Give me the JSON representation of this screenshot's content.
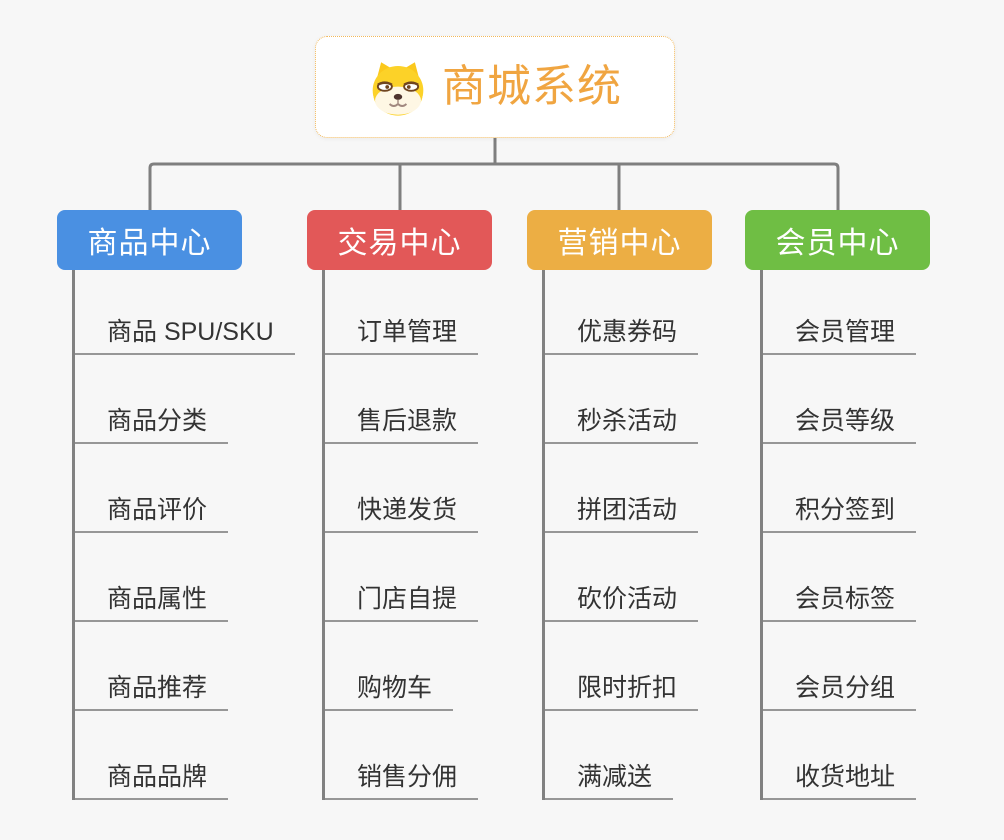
{
  "root": {
    "title": "商城系统",
    "icon": "shiba-dog-icon"
  },
  "branches": [
    {
      "label": "商品中心",
      "color": "#4a90e2",
      "items": [
        "商品 SPU/SKU",
        "商品分类",
        "商品评价",
        "商品属性",
        "商品推荐",
        "商品品牌"
      ]
    },
    {
      "label": "交易中心",
      "color": "#e25858",
      "items": [
        "订单管理",
        "售后退款",
        "快递发货",
        "门店自提",
        "购物车",
        "销售分佣"
      ]
    },
    {
      "label": "营销中心",
      "color": "#ecae44",
      "items": [
        "优惠券码",
        "秒杀活动",
        "拼团活动",
        "砍价活动",
        "限时折扣",
        "满减送"
      ]
    },
    {
      "label": "会员中心",
      "color": "#6fbe44",
      "items": [
        "会员管理",
        "会员等级",
        "积分签到",
        "会员标签",
        "会员分组",
        "收货地址"
      ]
    }
  ],
  "colors": {
    "canvas_bg": "#f7f7f7",
    "connector": "#7f7f7f",
    "root_border": "#f2b95c",
    "root_title": "#f0a541",
    "branch_text": "#ffffff",
    "item_text": "#333333",
    "item_underline": "#979797"
  }
}
